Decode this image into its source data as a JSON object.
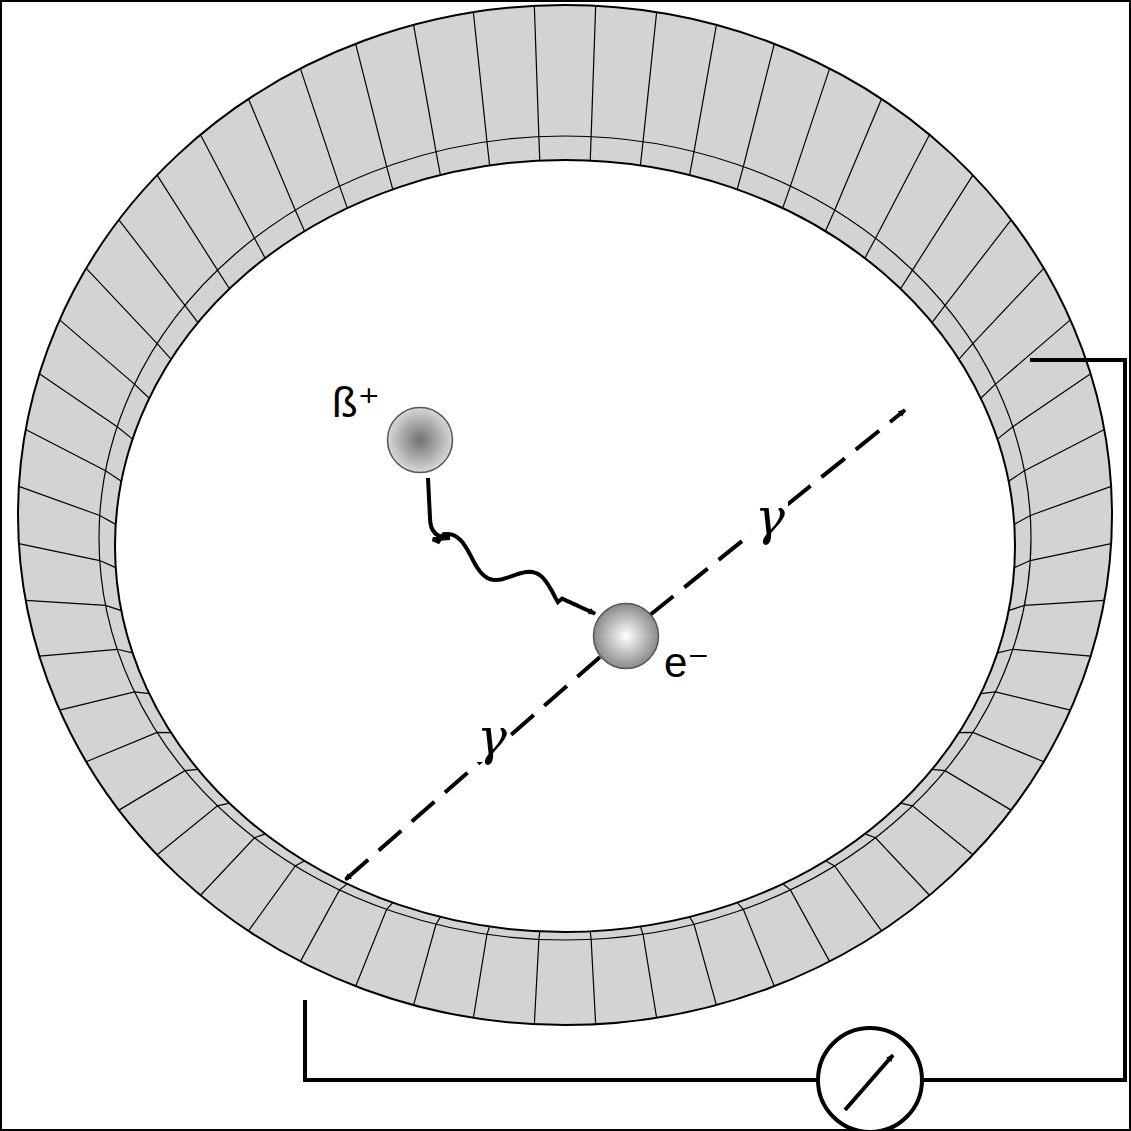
{
  "diagram": {
    "nodes": [
      {
        "text": [
          "ß⁺"
        ]
      },
      {
        "text": [
          "e⁻"
        ]
      }
    ],
    "edges": [
      {
        "from": 0,
        "to": 1,
        "arrow": "to"
      }
    ],
    "labels": [
      "γ",
      "γ"
    ]
  }
}
